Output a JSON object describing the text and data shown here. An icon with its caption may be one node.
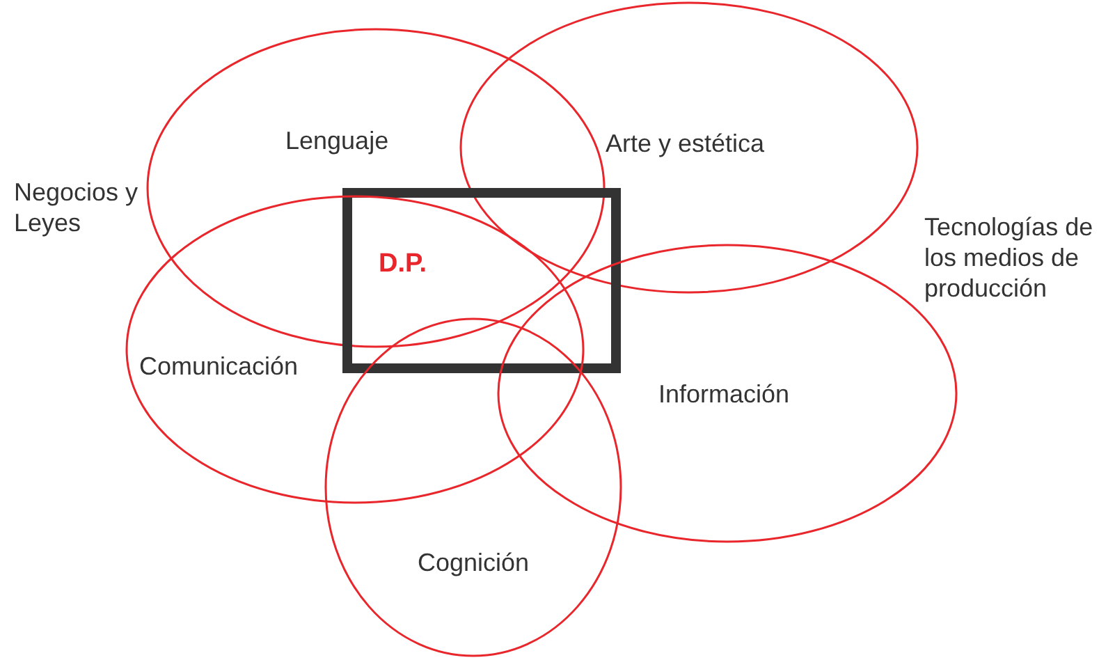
{
  "diagram": {
    "nodes": [
      {
        "text": [
          "Lenguaje"
        ]
      },
      {
        "text": [
          "Arte y estética"
        ]
      },
      {
        "text": [
          "D.P."
        ]
      },
      {
        "text": [
          "Comunicación"
        ]
      },
      {
        "text": [
          "Información"
        ]
      },
      {
        "text": [
          "Cognición"
        ]
      }
    ],
    "labels": [
      "Negocios y Leyes",
      "Tecnologías de los medios de producción"
    ]
  }
}
